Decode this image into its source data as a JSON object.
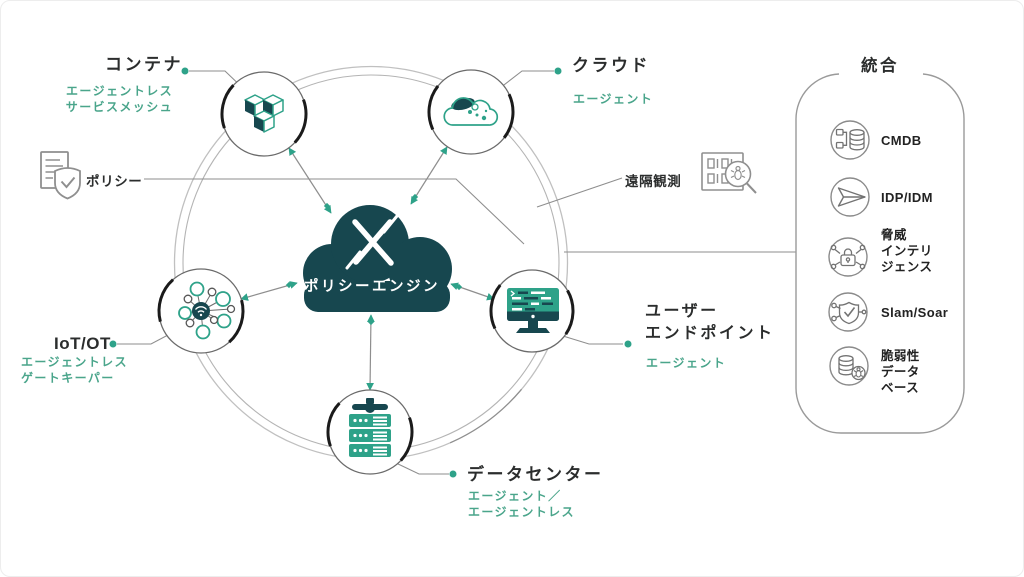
{
  "center": {
    "label": "ポリシーエンジン"
  },
  "nodes": {
    "container": {
      "title": "コンテナ",
      "subtitle": "エージェントレス\nサービスメッシュ"
    },
    "cloud": {
      "title": "クラウド",
      "subtitle": "エージェント"
    },
    "iot": {
      "title": "IoT/OT",
      "subtitle": "エージェントレス\nゲートキーパー"
    },
    "endpoint": {
      "title": "ユーザー\nエンドポイント",
      "subtitle": "エージェント"
    },
    "datacenter": {
      "title": "データセンター",
      "subtitle": "エージェント／\nエージェントレス"
    }
  },
  "callouts": {
    "policy": "ポリシー",
    "telemetry": "遠隔観測"
  },
  "integrations": {
    "title": "統合",
    "items": [
      {
        "label": "CMDB"
      },
      {
        "label": "IDP/IDM"
      },
      {
        "label": "脅威\nインテリ\nジェンス"
      },
      {
        "label": "Slam/Soar"
      },
      {
        "label": "脆弱性\nデータ\nベース"
      }
    ]
  },
  "colors": {
    "dark_teal": "#17474F",
    "teal": "#2EA289",
    "green_text": "#4AA58B",
    "line_gray": "#8E8E8E",
    "text_dark": "#2B2D2D"
  }
}
